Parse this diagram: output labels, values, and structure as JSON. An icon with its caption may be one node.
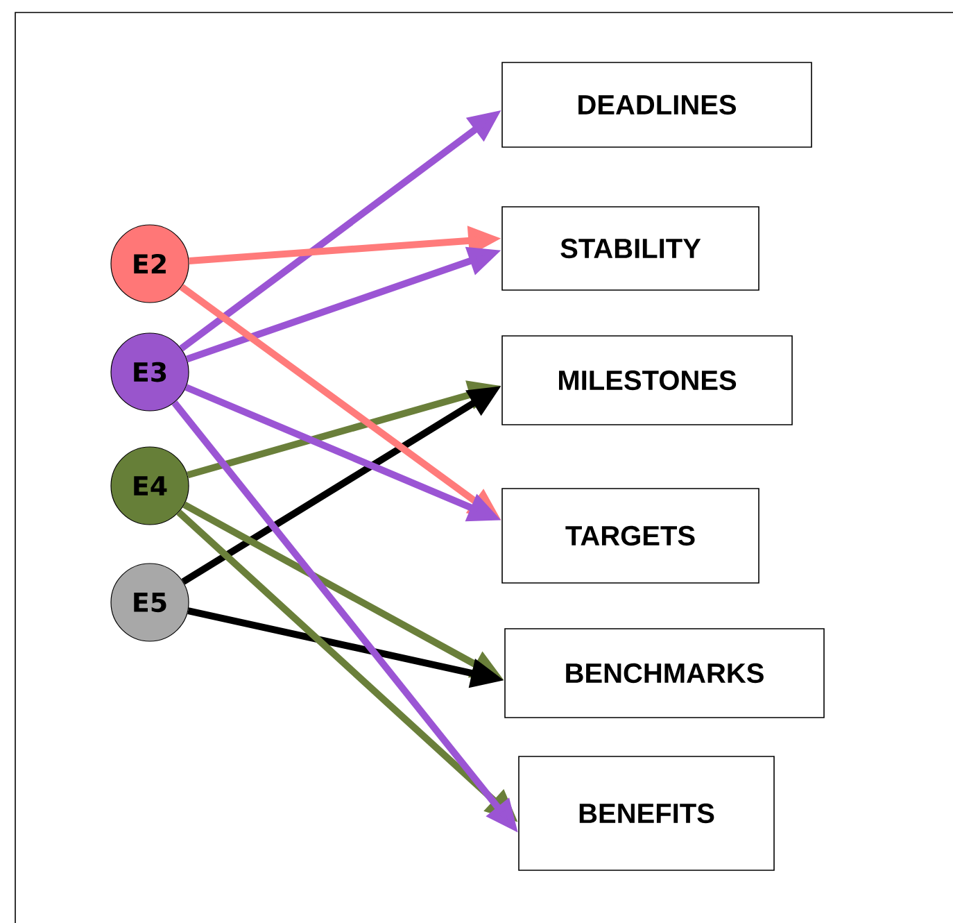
{
  "diagram": {
    "nodes": [
      {
        "text": [
          "E2"
        ]
      },
      {
        "text": [
          "E3"
        ]
      },
      {
        "text": [
          "E4"
        ]
      },
      {
        "text": [
          "E5"
        ]
      },
      {
        "text": [
          "DEADLINES"
        ]
      },
      {
        "text": [
          "STABILITY"
        ]
      },
      {
        "text": [
          "MILESTONES"
        ]
      },
      {
        "text": [
          "TARGETS"
        ]
      },
      {
        "text": [
          "BENCHMARKS"
        ]
      },
      {
        "text": [
          "BENEFITS"
        ]
      }
    ],
    "edges": [
      {
        "from": 1,
        "to": 4,
        "arrow": "to"
      },
      {
        "from": 0,
        "to": 5,
        "arrow": "to",
        "color": "#ff7b7b"
      },
      {
        "from": 1,
        "to": 5,
        "arrow": "to"
      },
      {
        "from": 2,
        "to": 6,
        "arrow": "to",
        "color": "#6a7f3a"
      },
      {
        "from": 3,
        "to": 6,
        "arrow": "to",
        "color": "#000000"
      },
      {
        "from": 0,
        "to": 7,
        "arrow": "to",
        "color": "#ff7b7b"
      },
      {
        "from": 1,
        "to": 7,
        "arrow": "to"
      },
      {
        "from": 2,
        "to": 8,
        "arrow": "to",
        "color": "#6a7f3a"
      },
      {
        "from": 3,
        "to": 8,
        "arrow": "to",
        "color": "#000000"
      },
      {
        "from": 2,
        "to": 9,
        "arrow": "to",
        "color": "#6a7f3a"
      },
      {
        "from": 1,
        "to": 9,
        "arrow": "to"
      }
    ]
  }
}
